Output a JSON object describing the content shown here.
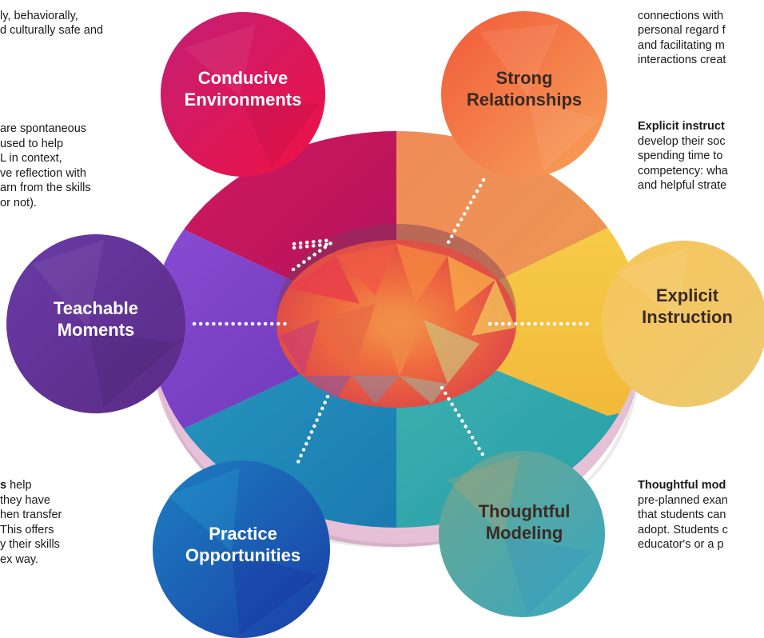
{
  "circles": {
    "conducive": [
      "Conducive",
      "Environments"
    ],
    "relationships": [
      "Strong",
      "Relationships"
    ],
    "explicit": [
      "Explicit",
      "Instruction"
    ],
    "modeling": [
      "Thoughtful",
      "Modeling"
    ],
    "practice": [
      "Practice",
      "Opportunities"
    ],
    "teachable": [
      "Teachable",
      "Moments"
    ]
  },
  "text_top_left": [
    "ly, behaviorally,",
    "d culturally safe and"
  ],
  "text_mid_left": [
    "are spontaneous",
    "used to help",
    "L in context,",
    "ve reflection with",
    "arn from the skills",
    "or not)."
  ],
  "text_bottom_left": {
    "bold": "s",
    "first": " help",
    "lines": [
      "they have",
      "hen transfer",
      "This offers",
      "y their skills",
      "ex way."
    ]
  },
  "text_top_right": [
    "connections with",
    "personal regard f",
    "and facilitating m",
    "interactions creat"
  ],
  "text_mid_right": {
    "bold": "Explicit instruct",
    "lines": [
      "develop their soc",
      "spending time to",
      "competency: wha",
      "and helpful strate"
    ]
  },
  "text_bottom_right": {
    "bold": "Thoughtful mod",
    "lines": [
      "pre-planned exan",
      "that students can",
      "adopt. Students c",
      "educator's or a p"
    ]
  },
  "colors": {
    "magenta": "#c8185f",
    "orange": "#ee7a3a",
    "yellow": "#f3c44a",
    "teal": "#2ea8a8",
    "blue": "#1f7fc0",
    "purple": "#7b3fc8"
  }
}
